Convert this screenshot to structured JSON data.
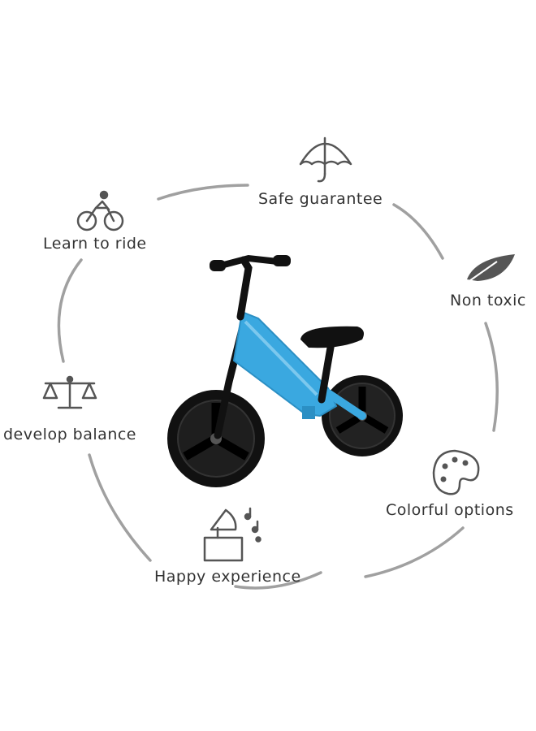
{
  "features": [
    {
      "id": "safe",
      "label": "Safe guarantee",
      "icon": "umbrella-icon"
    },
    {
      "id": "ride",
      "label": "Learn to ride",
      "icon": "cyclist-icon"
    },
    {
      "id": "toxic",
      "label": "Non toxic",
      "icon": "leaf-icon"
    },
    {
      "id": "balance",
      "label": "develop balance",
      "icon": "scale-icon"
    },
    {
      "id": "color",
      "label": "Colorful options",
      "icon": "palette-icon"
    },
    {
      "id": "happy",
      "label": "Happy experience",
      "icon": "music-box-icon"
    }
  ],
  "colors": {
    "bike_frame": "#3aa8e0",
    "tire": "#111111",
    "text": "#333333",
    "ring": "#9a9a9a"
  }
}
